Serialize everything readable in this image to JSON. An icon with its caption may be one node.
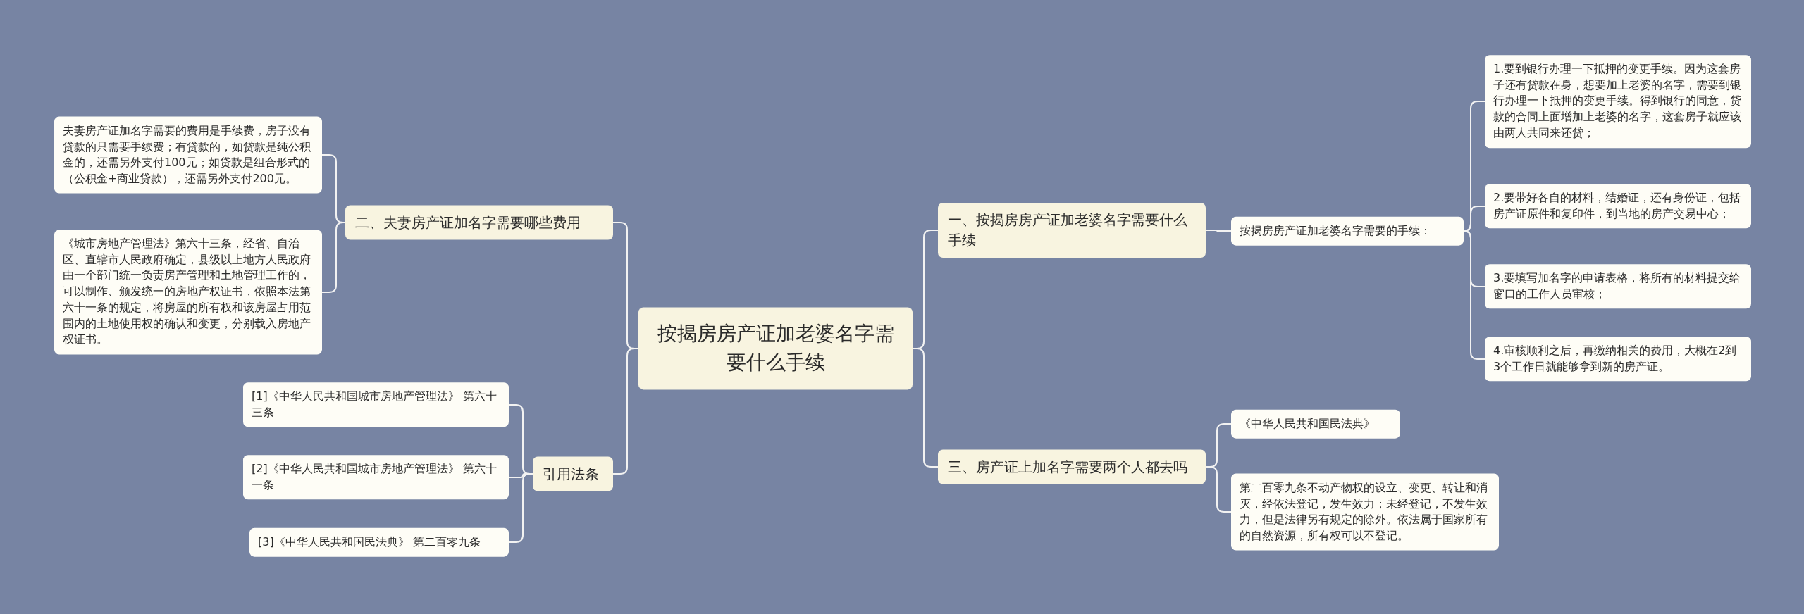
{
  "diagram": {
    "nodes": [
      {
        "text": [
          "按揭房房产证加老婆名字需要什么手续"
        ]
      },
      {
        "text": [
          "一、按揭房房产证加老婆名字需要什么手续"
        ]
      },
      {
        "text": [
          "按揭房房产证加老婆名字需要的手续："
        ]
      },
      {
        "text": [
          "1.要到银行办理一下抵押的变更手续。因为这套房子还有贷款在身，想要加上老婆的名字，需要到银行办理一下抵押的变更手续。得到银行的同意，贷款的合同上面增加上老婆的名字，这套房子就应该由两人共同来还贷；"
        ]
      },
      {
        "text": [
          "2.要带好各自的材料，结婚证，还有身份证，包括房产证原件和复印件，到当地的房产交易中心；"
        ]
      },
      {
        "text": [
          "3.要填写加名字的申请表格，将所有的材料提交给窗口的工作人员审核；"
        ]
      },
      {
        "text": [
          "4.审核顺利之后，再缴纳相关的费用，大概在2到3个工作日就能够拿到新的房产证。"
        ]
      },
      {
        "text": [
          "三、房产证上加名字需要两个人都去吗"
        ]
      },
      {
        "text": [
          "《中华人民共和国民法典》"
        ]
      },
      {
        "text": [
          "第二百零九条不动产物权的设立、变更、转让和消灭，经依法登记，发生效力；未经登记，不发生效力，但是法律另有规定的除外。依法属于国家所有的自然资源，所有权可以不登记。"
        ]
      },
      {
        "text": [
          "二、夫妻房产证加名字需要哪些费用"
        ]
      },
      {
        "text": [
          "夫妻房产证加名字需要的费用是手续费，房子没有贷款的只需要手续费；有贷款的，如贷款是纯公积金的，还需另外支付100元；如贷款是组合形式的（公积金+商业贷款），还需另外支付200元。"
        ]
      },
      {
        "text": [
          "《城市房地产管理法》第六十三条，经省、自治区、直辖市人民政府确定，县级以上地方人民政府由一个部门统一负责房产管理和土地管理工作的，可以制作、颁发统一的房地产权证书，依照本法第六十一条的规定，将房屋的所有权和该房屋占用范围内的土地使用权的确认和变更，分别载入房地产权证书。"
        ]
      },
      {
        "text": [
          "引用法条"
        ]
      },
      {
        "text": [
          "[1]《中华人民共和国城市房地产管理法》 第六十三条"
        ]
      },
      {
        "text": [
          "[2]《中华人民共和国城市房地产管理法》 第六十一条"
        ]
      },
      {
        "text": [
          "[3]《中华人民共和国民法典》 第二百零九条"
        ]
      }
    ],
    "edges": [
      {
        "from": 0,
        "to": 1,
        "arrow": "none"
      },
      {
        "from": 1,
        "to": 2,
        "arrow": "none"
      },
      {
        "from": 2,
        "to": 3,
        "arrow": "none"
      },
      {
        "from": 2,
        "to": 4,
        "arrow": "none"
      },
      {
        "from": 2,
        "to": 5,
        "arrow": "none"
      },
      {
        "from": 2,
        "to": 6,
        "arrow": "none"
      },
      {
        "from": 0,
        "to": 7,
        "arrow": "none"
      },
      {
        "from": 7,
        "to": 8,
        "arrow": "none"
      },
      {
        "from": 7,
        "to": 9,
        "arrow": "none"
      },
      {
        "from": 0,
        "to": 10,
        "arrow": "none"
      },
      {
        "from": 10,
        "to": 11,
        "arrow": "none"
      },
      {
        "from": 10,
        "to": 12,
        "arrow": "none"
      },
      {
        "from": 0,
        "to": 13,
        "arrow": "none"
      },
      {
        "from": 13,
        "to": 14,
        "arrow": "none"
      },
      {
        "from": 13,
        "to": 15,
        "arrow": "none"
      },
      {
        "from": 13,
        "to": 16,
        "arrow": "none"
      }
    ]
  }
}
